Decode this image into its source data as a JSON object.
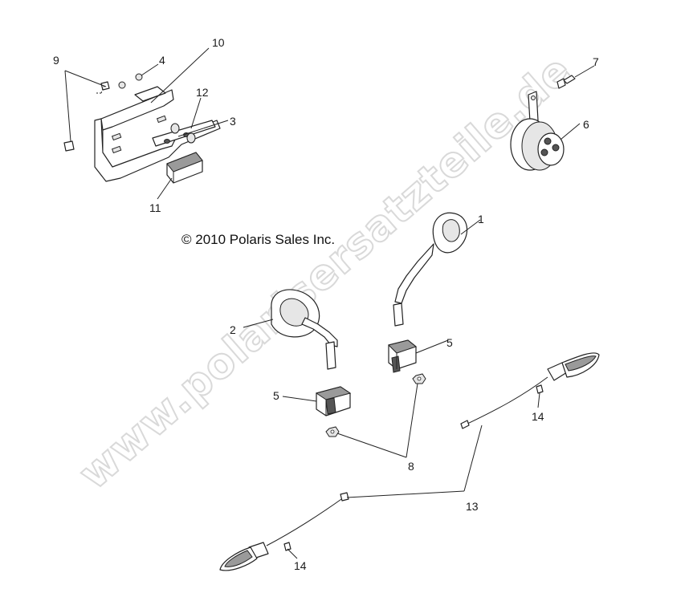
{
  "copyright": "© 2010 Polaris Sales Inc.",
  "watermark": "www.polarisersatzteile.de",
  "callouts": {
    "c1": "1",
    "c2": "2",
    "c3": "3",
    "c4": "4",
    "c5a": "5",
    "c5b": "5",
    "c6": "6",
    "c7": "7",
    "c8": "8",
    "c9": "9",
    "c10": "10",
    "c11": "11",
    "c12": "12",
    "c13": "13",
    "c14a": "14",
    "c14b": "14"
  }
}
